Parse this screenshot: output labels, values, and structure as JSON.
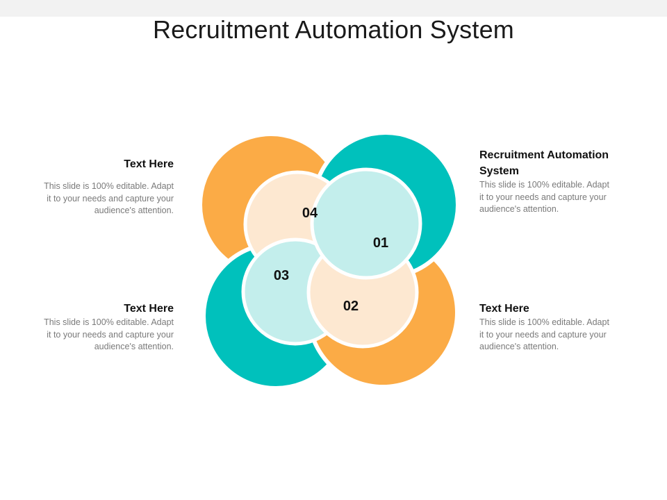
{
  "title": "Recruitment Automation System",
  "colors": {
    "teal": "#00C1BC",
    "orange": "#FBAB46",
    "teal_light": "#C3EEEC",
    "orange_light": "#FDE8D1"
  },
  "petals": [
    {
      "number": "01",
      "color": "teal"
    },
    {
      "number": "02",
      "color": "orange"
    },
    {
      "number": "03",
      "color": "teal"
    },
    {
      "number": "04",
      "color": "orange"
    }
  ],
  "blocks": {
    "top_left": {
      "heading": "Text Here",
      "body": "This slide is 100% editable. Adapt it to your needs and capture your audience's attention."
    },
    "bottom_left": {
      "heading": "Text Here",
      "body": "This slide is 100% editable. Adapt it to your needs and capture your audience's attention."
    },
    "top_right": {
      "heading": "Recruitment Automation System",
      "body": "This slide is 100% editable. Adapt it to your needs and capture your audience's attention."
    },
    "bottom_right": {
      "heading": "Text Here",
      "body": "This slide is 100% editable. Adapt it to your needs and capture your audience's attention."
    }
  }
}
